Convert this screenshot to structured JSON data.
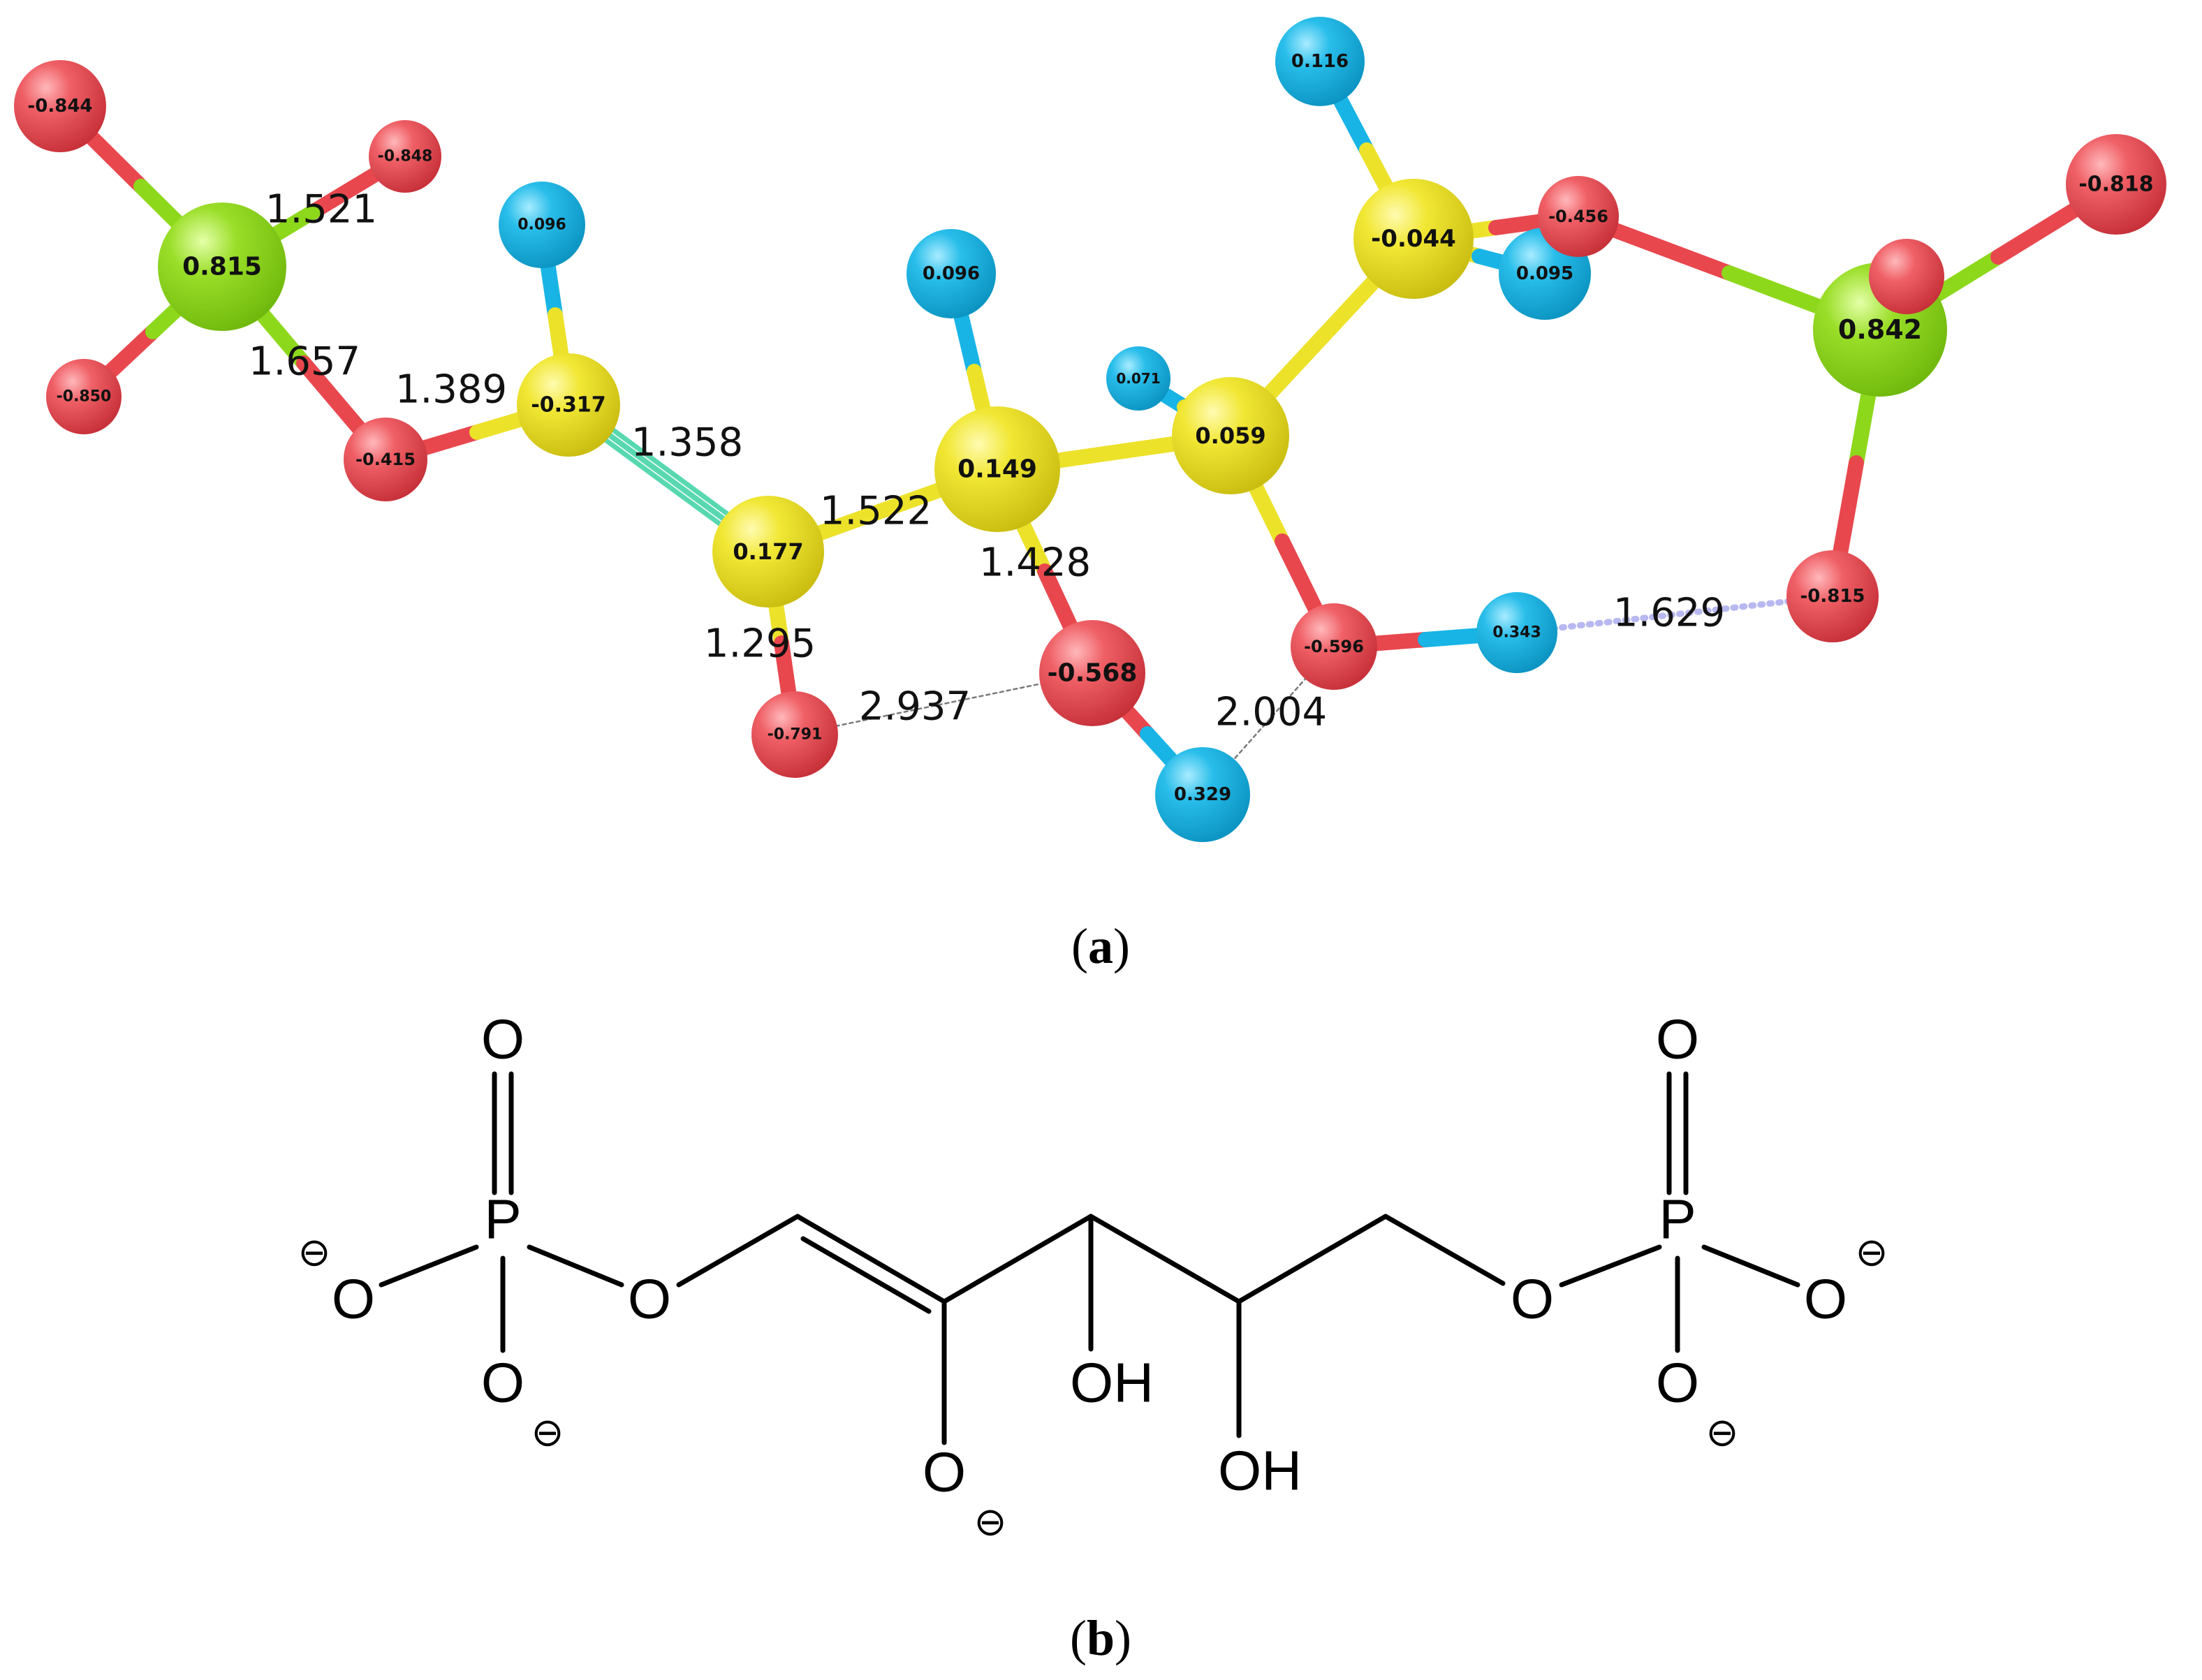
{
  "colors": {
    "oxygen": "#e8474e",
    "carbon": "#ece22a",
    "hydrogen": "#18b4e6",
    "phosphorus": "#8ed81c",
    "double_bond": "#58d8b0",
    "hbond_light": "#b8b8f0",
    "hbond_dark": "#7a7a7a"
  },
  "panel_a": {
    "atoms": [
      {
        "id": "O1",
        "element": "O",
        "charge": "-0.844"
      },
      {
        "id": "O2",
        "element": "O",
        "charge": "-0.848"
      },
      {
        "id": "P1",
        "element": "P",
        "charge": "0.815"
      },
      {
        "id": "O3",
        "element": "O",
        "charge": "-0.850"
      },
      {
        "id": "O4",
        "element": "O",
        "charge": "-0.415"
      },
      {
        "id": "H1",
        "element": "H",
        "charge": "0.096"
      },
      {
        "id": "C1",
        "element": "C",
        "charge": "-0.317"
      },
      {
        "id": "C2",
        "element": "C",
        "charge": "0.177"
      },
      {
        "id": "O5",
        "element": "O",
        "charge": "-0.791"
      },
      {
        "id": "H2",
        "element": "H",
        "charge": "0.096"
      },
      {
        "id": "C3",
        "element": "C",
        "charge": "0.149"
      },
      {
        "id": "O6",
        "element": "O",
        "charge": "-0.568"
      },
      {
        "id": "H3",
        "element": "H",
        "charge": "0.329"
      },
      {
        "id": "H4",
        "element": "H",
        "charge": "0.071"
      },
      {
        "id": "C4",
        "element": "C",
        "charge": "0.059"
      },
      {
        "id": "O7",
        "element": "O",
        "charge": "-0.596"
      },
      {
        "id": "H5",
        "element": "H",
        "charge": "0.343"
      },
      {
        "id": "H6",
        "element": "H",
        "charge": "0.116"
      },
      {
        "id": "C5",
        "element": "C",
        "charge": "-0.044"
      },
      {
        "id": "H7",
        "element": "H",
        "charge": "0.095"
      },
      {
        "id": "O8",
        "element": "O",
        "charge": "-0.456"
      },
      {
        "id": "O9",
        "element": "O",
        "charge": ""
      },
      {
        "id": "P2",
        "element": "P",
        "charge": "0.842"
      },
      {
        "id": "O10",
        "element": "O",
        "charge": "-0.818"
      },
      {
        "id": "O11",
        "element": "O",
        "charge": "-0.815"
      }
    ],
    "bonds": [
      {
        "a": "O1",
        "b": "P1",
        "kind": "single"
      },
      {
        "a": "O2",
        "b": "P1",
        "kind": "single"
      },
      {
        "a": "O3",
        "b": "P1",
        "kind": "single"
      },
      {
        "a": "P1",
        "b": "O4",
        "kind": "single"
      },
      {
        "a": "O4",
        "b": "C1",
        "kind": "single"
      },
      {
        "a": "H1",
        "b": "C1",
        "kind": "single"
      },
      {
        "a": "C1",
        "b": "C2",
        "kind": "double"
      },
      {
        "a": "C2",
        "b": "O5",
        "kind": "single"
      },
      {
        "a": "C2",
        "b": "C3",
        "kind": "single"
      },
      {
        "a": "H2",
        "b": "C3",
        "kind": "single"
      },
      {
        "a": "C3",
        "b": "O6",
        "kind": "single"
      },
      {
        "a": "O6",
        "b": "H3",
        "kind": "single"
      },
      {
        "a": "C3",
        "b": "C4",
        "kind": "single"
      },
      {
        "a": "H4",
        "b": "C4",
        "kind": "single"
      },
      {
        "a": "C4",
        "b": "O7",
        "kind": "single"
      },
      {
        "a": "O7",
        "b": "H5",
        "kind": "single"
      },
      {
        "a": "C4",
        "b": "C5",
        "kind": "single"
      },
      {
        "a": "H6",
        "b": "C5",
        "kind": "single"
      },
      {
        "a": "C5",
        "b": "H7",
        "kind": "single"
      },
      {
        "a": "C5",
        "b": "O8",
        "kind": "single"
      },
      {
        "a": "O8",
        "b": "P2",
        "kind": "single"
      },
      {
        "a": "O9",
        "b": "P2",
        "kind": "single"
      },
      {
        "a": "P2",
        "b": "O10",
        "kind": "single"
      },
      {
        "a": "P2",
        "b": "O11",
        "kind": "single"
      }
    ],
    "hbonds": [
      {
        "a": "O5",
        "b": "O6",
        "label": "2.937",
        "style": "dark"
      },
      {
        "a": "H3",
        "b": "O7",
        "label": "2.004",
        "style": "dark"
      },
      {
        "a": "H5",
        "b": "O11",
        "label": "1.629",
        "style": "light"
      }
    ],
    "bond_lengths": [
      "1.521",
      "1.657",
      "1.389",
      "1.358",
      "1.522",
      "1.428",
      "1.295"
    ],
    "caption_open": "(",
    "caption_letter": "a",
    "caption_close": ")"
  },
  "panel_b": {
    "labels": {
      "o_top_left": "O",
      "p_left": "P",
      "o_minus_left": "O",
      "o_bridge_left": "O",
      "o_bottom_left": "O",
      "o_enolate": "O",
      "oh_1": "OH",
      "oh_2": "OH",
      "o_bridge_right": "O",
      "p_right": "P",
      "o_top_right": "O",
      "o_minus_right": "O",
      "o_bottom_right": "O"
    },
    "charges": [
      "⊖",
      "⊖",
      "⊖",
      "⊖",
      "⊖",
      "⊖"
    ],
    "caption_open": "(",
    "caption_letter": "b",
    "caption_close": ")"
  }
}
